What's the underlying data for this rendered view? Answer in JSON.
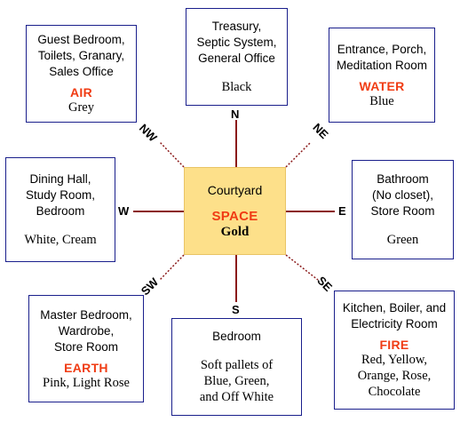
{
  "center": {
    "rooms": "Courtyard",
    "element": "SPACE",
    "color": "Gold"
  },
  "directions": {
    "n": "N",
    "ne": "NE",
    "e": "E",
    "se": "SE",
    "s": "S",
    "sw": "SW",
    "w": "W",
    "nw": "NW"
  },
  "zones": {
    "north": {
      "rooms": "Treasury,\nSeptic System,\nGeneral Office",
      "element": "",
      "color": "Black"
    },
    "northeast": {
      "rooms": "Entrance, Porch,\nMeditation Room",
      "element": "WATER",
      "color": "Blue"
    },
    "east": {
      "rooms": "Bathroom\n(No closet),\nStore Room",
      "element": "",
      "color": "Green"
    },
    "southeast": {
      "rooms": "Kitchen, Boiler, and\nElectricity Room",
      "element": "FIRE",
      "color": "Red, Yellow,\nOrange, Rose,\nChocolate"
    },
    "south": {
      "rooms": "Bedroom",
      "element": "",
      "color": "Soft pallets of\nBlue, Green,\nand Off White"
    },
    "southwest": {
      "rooms": "Master Bedroom,\nWardrobe,\nStore Room",
      "element": "EARTH",
      "color": "Pink, Light Rose"
    },
    "west": {
      "rooms": "Dining Hall,\nStudy Room,\nBedroom",
      "element": "",
      "color": "White, Cream"
    },
    "northwest": {
      "rooms": "Guest Bedroom,\nToilets, Granary,\nSales Office",
      "element": "AIR",
      "color": "Grey"
    }
  },
  "colors": {
    "box_border": "#1a1f8c",
    "center_fill": "#fde08a",
    "element_text": "#f03c14",
    "line": "#8b1a1a"
  }
}
